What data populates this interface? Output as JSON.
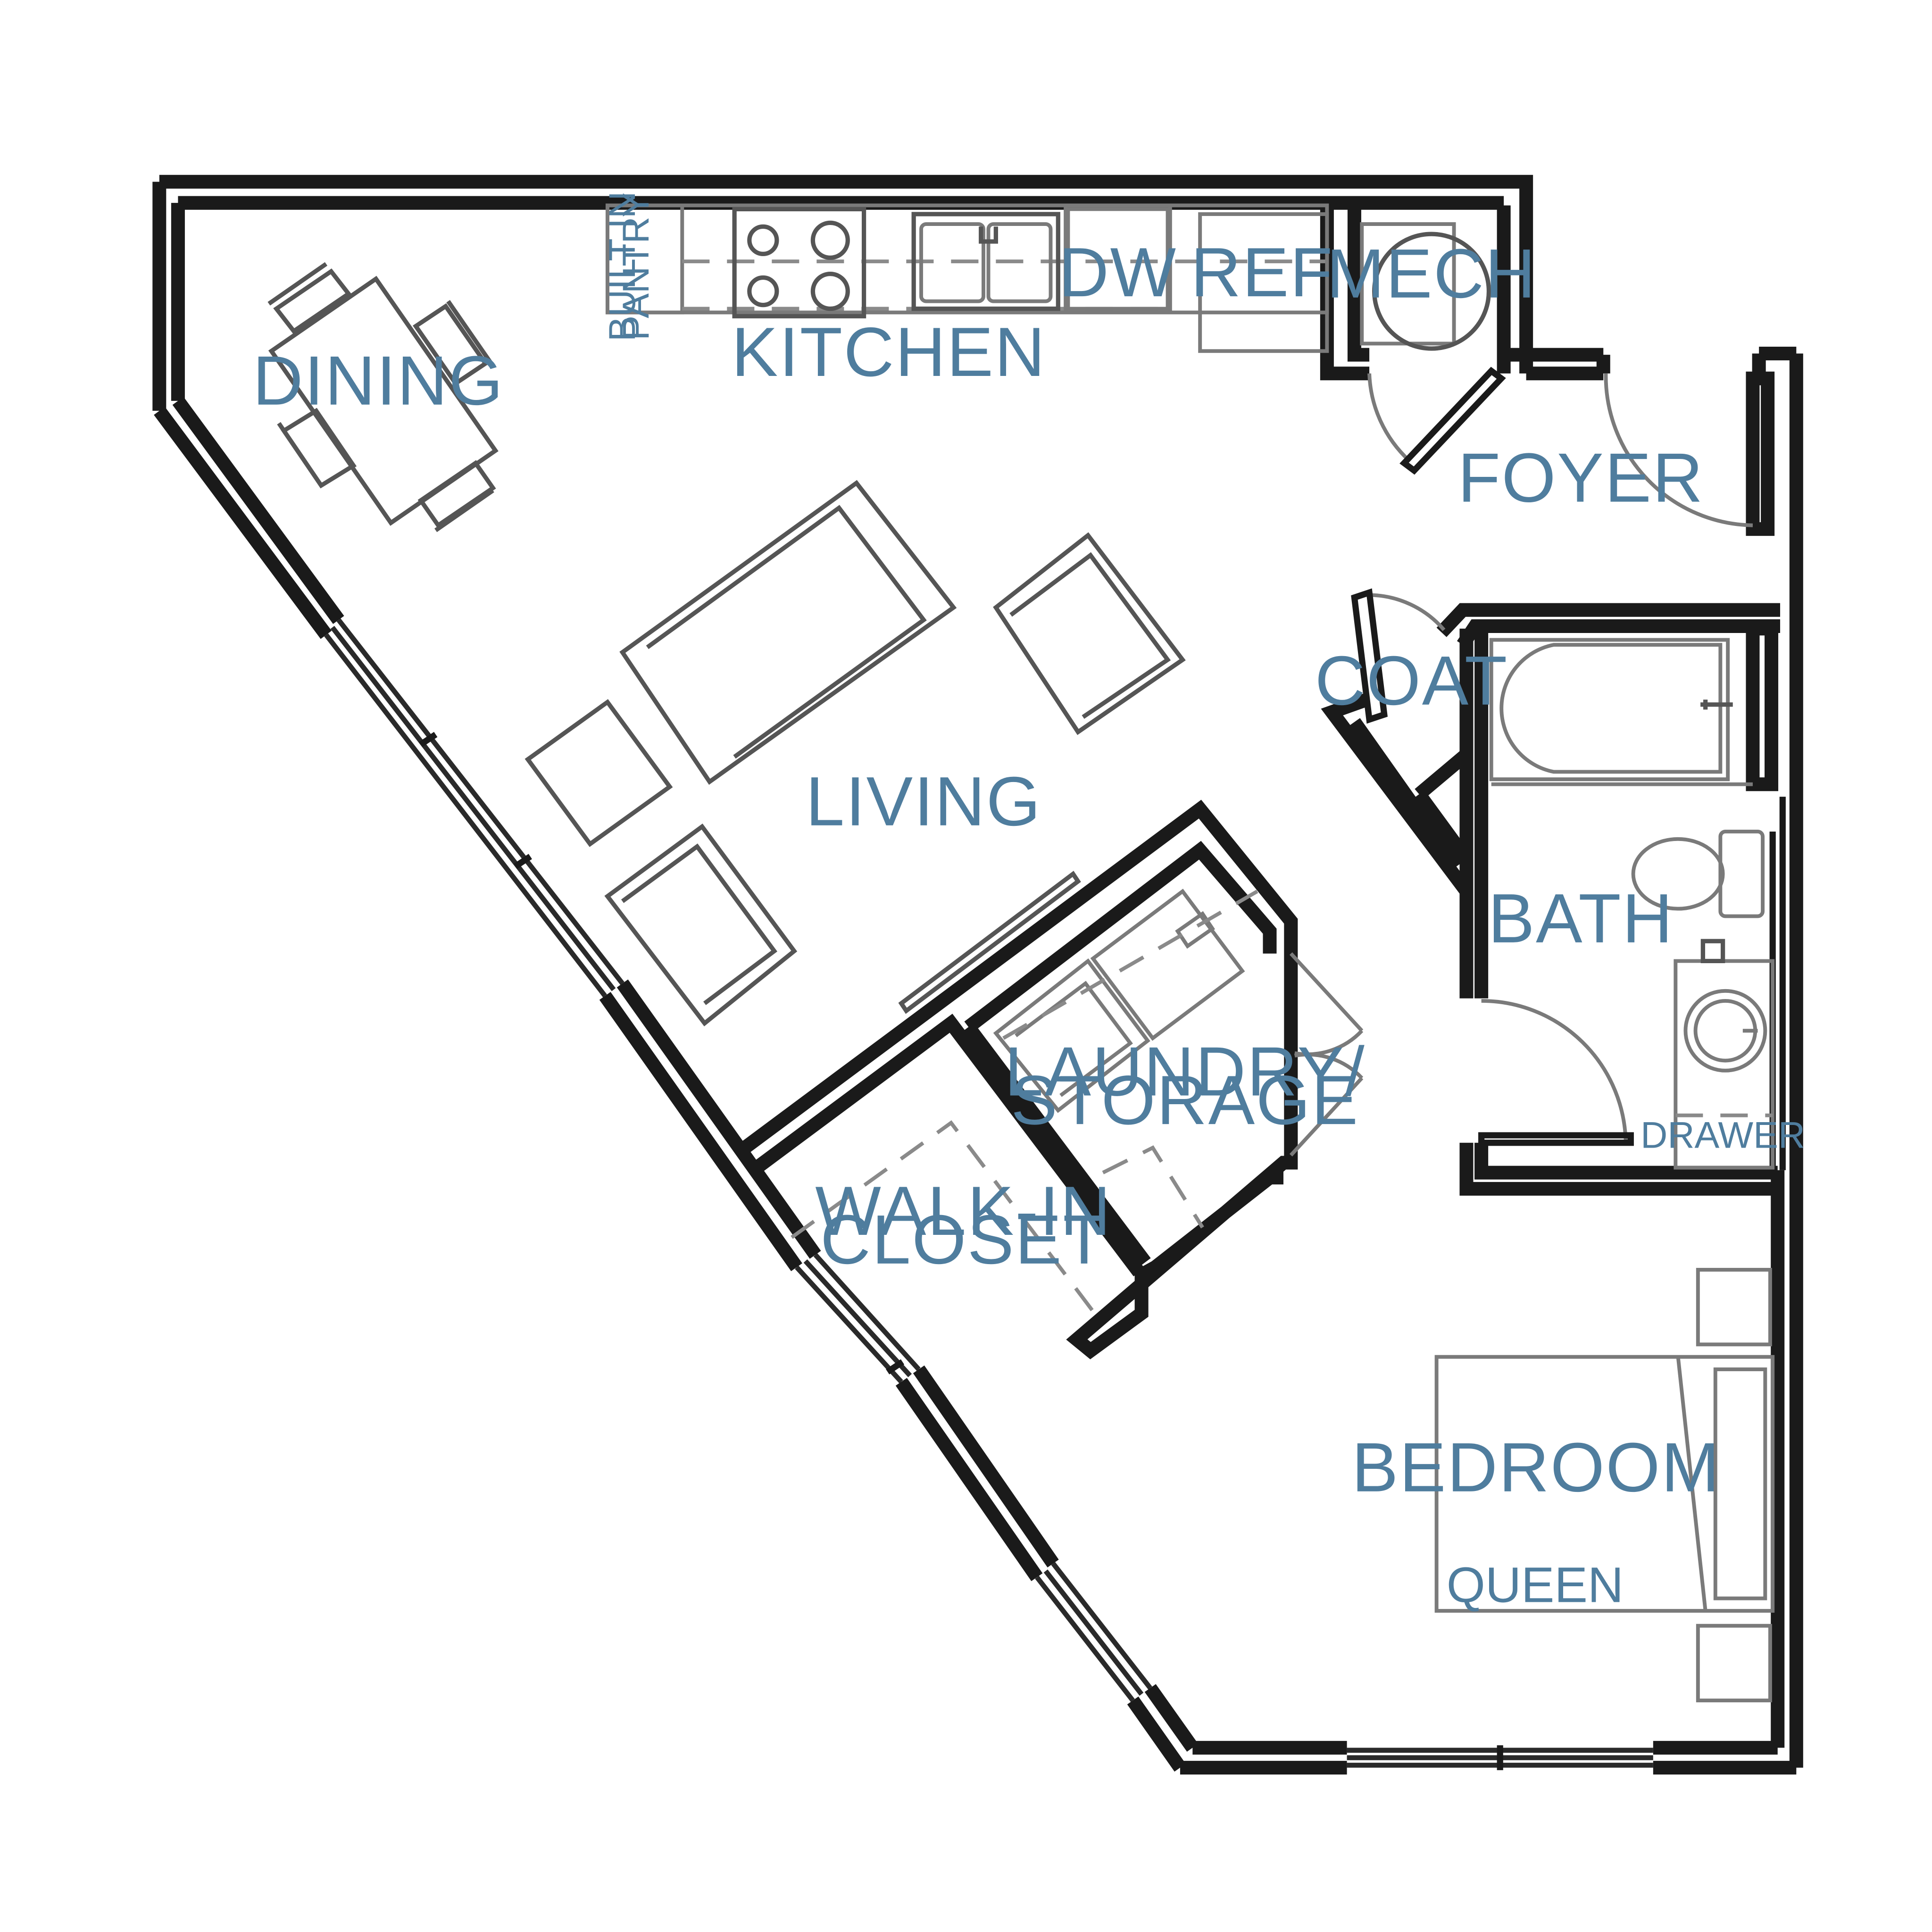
{
  "floorplan": {
    "rooms": {
      "kitchen": "KITCHEN",
      "dining": "DINING",
      "living": "LIVING",
      "foyer": "FOYER",
      "coat": "COAT",
      "bath": "BATH",
      "laundry_line1": "LAUNDRY/",
      "laundry_line2": "STORAGE",
      "walkin_line1": "WALK-IN",
      "walkin_line2": "CLOSET",
      "bedroom": "BEDROOM"
    },
    "fixtures": {
      "pantry_line1": "BUILT IN",
      "pantry_line2": "PANTRY",
      "dishwasher": "DW",
      "refrigerator": "REF",
      "mechanical": "MECH",
      "bed_size": "QUEEN",
      "vanity_drawer": "DRAWER"
    }
  }
}
